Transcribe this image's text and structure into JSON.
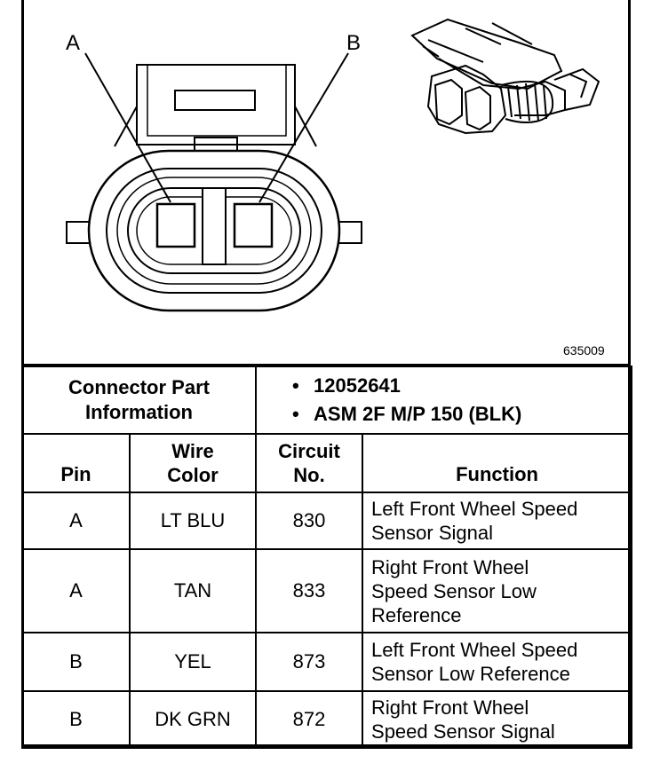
{
  "diagram": {
    "pin_a_label": "A",
    "pin_b_label": "B",
    "figure_number": "635009"
  },
  "part_info": {
    "label_line1": "Connector Part",
    "label_line2": "Information",
    "items": [
      "12052641",
      "ASM 2F M/P 150 (BLK)"
    ]
  },
  "table": {
    "headers": {
      "pin": "Pin",
      "wire_color_line1": "Wire",
      "wire_color_line2": "Color",
      "circuit_line1": "Circuit",
      "circuit_line2": "No.",
      "function": "Function"
    },
    "rows": [
      {
        "pin": "A",
        "wire_color": "LT BLU",
        "circuit": "830",
        "function_lines": [
          "Left Front Wheel Speed",
          "Sensor Signal"
        ]
      },
      {
        "pin": "A",
        "wire_color": "TAN",
        "circuit": "833",
        "function_lines": [
          "Right Front Wheel",
          "Speed Sensor Low",
          "Reference"
        ]
      },
      {
        "pin": "B",
        "wire_color": "YEL",
        "circuit": "873",
        "function_lines": [
          "Left Front Wheel Speed",
          "Sensor Low Reference"
        ]
      },
      {
        "pin": "B",
        "wire_color": "DK GRN",
        "circuit": "872",
        "function_lines": [
          "Right Front Wheel",
          "Speed Sensor Signal"
        ]
      }
    ]
  }
}
